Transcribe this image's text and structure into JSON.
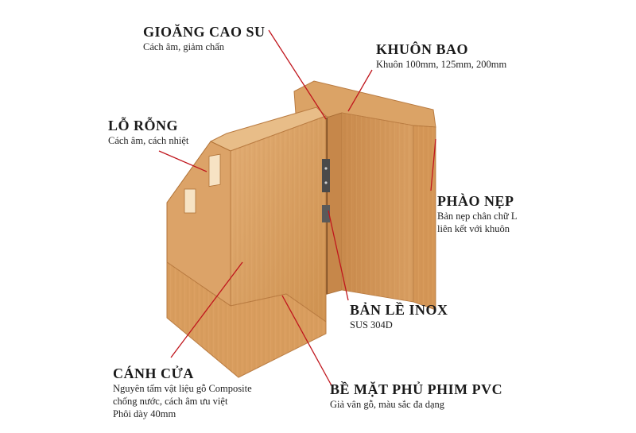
{
  "colors": {
    "leader_line": "#c0161d",
    "wood_face": "#d69a5c",
    "wood_face_light": "#e4b27a",
    "wood_edge": "#b97b41",
    "wood_dark": "#a56a33",
    "background": "#ffffff"
  },
  "callouts": {
    "gasket": {
      "title": "GIOĂNG CAO SU",
      "desc": [
        "Cách âm, giảm chấn"
      ]
    },
    "frame": {
      "title": "KHUÔN BAO",
      "desc": [
        "Khuôn 100mm, 125mm, 200mm"
      ]
    },
    "hollow": {
      "title": "LỖ RỖNG",
      "desc": [
        "Cách âm, cách nhiệt"
      ]
    },
    "trim": {
      "title": "PHÀO NẸP",
      "desc": [
        "Bản nẹp chân chữ L",
        "liên kết với khuôn"
      ]
    },
    "hinge": {
      "title": "BẢN LỀ INOX",
      "desc": [
        "SUS 304D"
      ]
    },
    "leaf": {
      "title": "CÁNH CỬA",
      "desc": [
        "Nguyên tấm vật liệu gỗ Composite",
        "chống nước, cách âm ưu việt",
        "Phôi dày 40mm"
      ]
    },
    "surface": {
      "title": "BỀ MẶT PHỦ PHIM PVC",
      "desc": [
        "Giả vân gỗ, màu sắc đa dạng"
      ]
    }
  }
}
